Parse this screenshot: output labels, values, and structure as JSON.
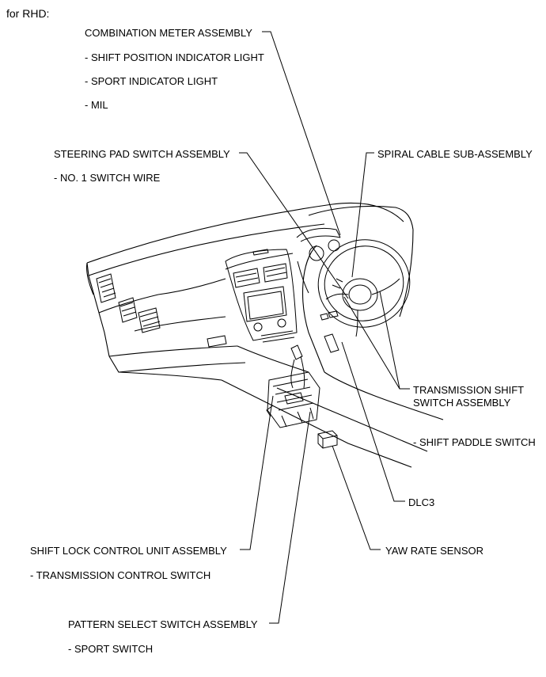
{
  "heading": "for RHD:",
  "labels": {
    "combination_meter": "COMBINATION METER ASSEMBLY",
    "shift_position_light": "- SHIFT POSITION INDICATOR LIGHT",
    "sport_light": "- SPORT INDICATOR LIGHT",
    "mil": "- MIL",
    "steering_pad": "STEERING PAD SWITCH ASSEMBLY",
    "switch_wire": "- NO. 1 SWITCH WIRE",
    "spiral_cable": "SPIRAL CABLE SUB-ASSEMBLY",
    "trans_shift_1": "TRANSMISSION SHIFT",
    "trans_shift_2": "SWITCH ASSEMBLY",
    "paddle_switch": "- SHIFT PADDLE SWITCH",
    "dlc3": "DLC3",
    "shift_lock": "SHIFT LOCK CONTROL UNIT ASSEMBLY",
    "trans_control": "- TRANSMISSION CONTROL SWITCH",
    "yaw_rate": "YAW RATE SENSOR",
    "pattern_select": "PATTERN SELECT SWITCH ASSEMBLY",
    "sport_switch": "- SPORT SWITCH"
  }
}
